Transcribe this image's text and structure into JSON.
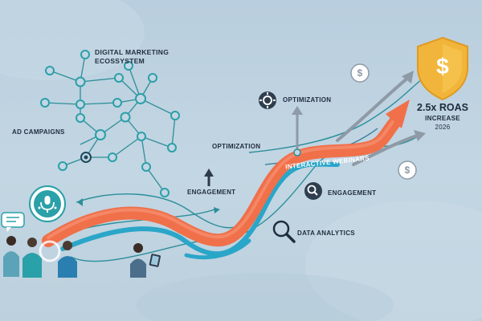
{
  "labels": {
    "network_title_line1": "DIGITAL MARKETING",
    "network_title_line2": "ECOSSYSTEM",
    "ad_campaigns": "AD CAMPAIGNS",
    "optimization_top": "OPTIMIZATION",
    "optimization_mid": "OPTIMIZATION",
    "engagement_left": "ENGAGEMENT",
    "engagement_right": "ENGAGEMENT",
    "interactive_webinars": "INTERACTIVE WEBINARS",
    "data_analytics": "DATA ANALYTICS"
  },
  "roas": {
    "value": "2.5x ROAS",
    "sub": "INCREASE",
    "year": "2026"
  },
  "icons": {
    "dollar_symbol": "$",
    "shield_dollar_symbol": "$"
  },
  "colors": {
    "background": "#bfd3e0",
    "orange_stream": "#f0704a",
    "blue_stream": "#2aa6c8",
    "teal_node": "#2aa0a8",
    "arrow_gray": "#8e9aa6",
    "shield_gold": "#f2b53c",
    "dark_text": "#1f2d3d"
  }
}
